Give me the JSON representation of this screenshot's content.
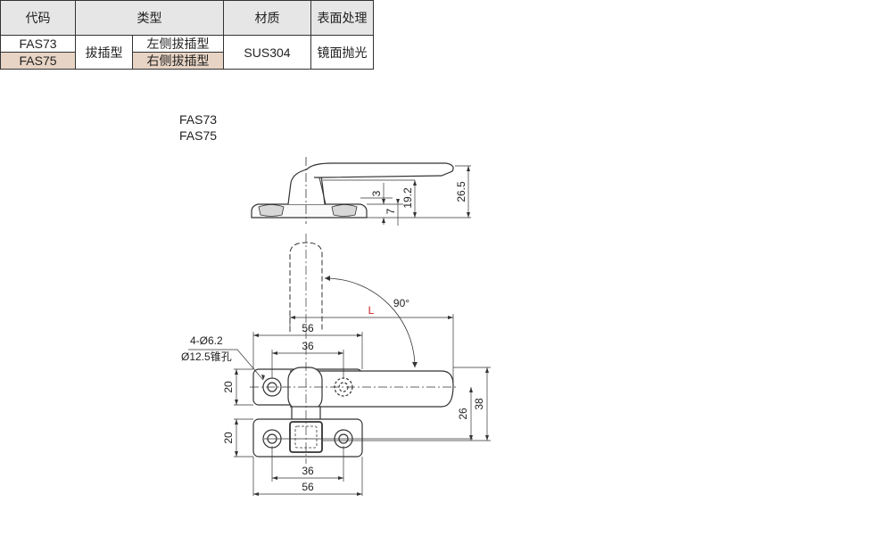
{
  "table": {
    "headers": [
      "代码",
      "类型",
      "材质",
      "表面处理"
    ],
    "rows": [
      {
        "code": "FAS73",
        "type_main": "拔插型",
        "type_sub": "左侧拔插型",
        "material": "SUS304",
        "finish": "镜面抛光"
      },
      {
        "code": "FAS75",
        "type_main": "拔插型",
        "type_sub": "右侧拔插型",
        "material": "SUS304",
        "finish": "镜面抛光"
      }
    ]
  },
  "drawing": {
    "model_labels": [
      "FAS73",
      "FAS75"
    ],
    "dims": {
      "d3": "3",
      "d7": "7",
      "d19_2": "19.2",
      "d26_5": "26.5",
      "angle": "90°",
      "L": "L",
      "d56_top": "56",
      "d36_top": "36",
      "hole_note_1": "4-Ø6.2",
      "hole_note_2": "Ø12.5锥孔",
      "d20_left_a": "20",
      "d20_left_b": "20",
      "d26": "26",
      "d38": "38",
      "d36_bottom": "36",
      "d56_bottom": "56"
    },
    "colors": {
      "line": "#333333",
      "highlight": "#e8d4c4",
      "dimension_L": "#cc2222"
    }
  }
}
